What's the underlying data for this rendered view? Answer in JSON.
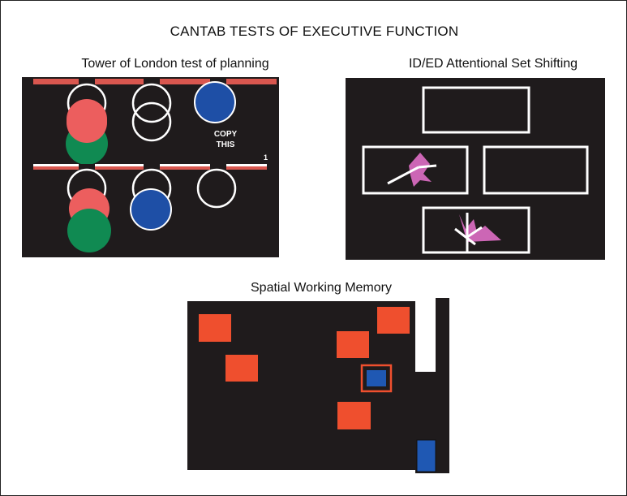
{
  "title": "CANTAB TESTS OF EXECUTIVE FUNCTION",
  "tower_of_london": {
    "label": "Tower of London test of planning",
    "copy_line1": "COPY",
    "copy_line2": "THIS",
    "move_count": "1"
  },
  "id_ed": {
    "label": "ID/ED Attentional Set Shifting"
  },
  "spatial_working_memory": {
    "label": "Spatial Working Memory"
  },
  "colors": {
    "panel_bg": "#1f1b1c",
    "ball_red": "#ec5e5e",
    "ball_green": "#108a52",
    "ball_blue": "#1e4fa6",
    "peg_bar": "#d9574f",
    "stimulus_pink": "#cc66b5",
    "box_orange": "#ef4f2e",
    "token_blue": "#1f58b3"
  }
}
